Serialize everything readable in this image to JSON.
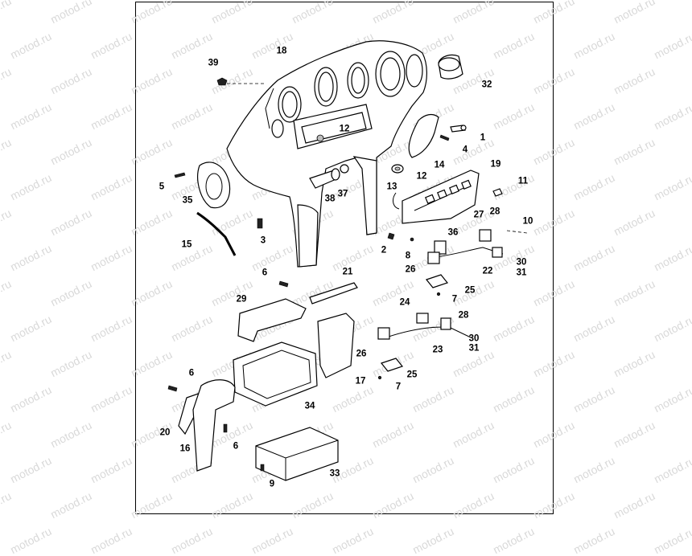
{
  "watermark_text": "motod.ru",
  "callouts": [
    {
      "id": "c18",
      "label": "18"
    },
    {
      "id": "c39",
      "label": "39"
    },
    {
      "id": "c32",
      "label": "32"
    },
    {
      "id": "c1",
      "label": "1"
    },
    {
      "id": "c4",
      "label": "4"
    },
    {
      "id": "c12a",
      "label": "12"
    },
    {
      "id": "c12b",
      "label": "12"
    },
    {
      "id": "c14",
      "label": "14"
    },
    {
      "id": "c19",
      "label": "19"
    },
    {
      "id": "c11",
      "label": "11"
    },
    {
      "id": "c5",
      "label": "5"
    },
    {
      "id": "c35",
      "label": "35"
    },
    {
      "id": "c38",
      "label": "38"
    },
    {
      "id": "c37",
      "label": "37"
    },
    {
      "id": "c13",
      "label": "13"
    },
    {
      "id": "c15",
      "label": "15"
    },
    {
      "id": "c3",
      "label": "3"
    },
    {
      "id": "c2",
      "label": "2"
    },
    {
      "id": "c8",
      "label": "8"
    },
    {
      "id": "c36",
      "label": "36"
    },
    {
      "id": "c27",
      "label": "27"
    },
    {
      "id": "c28a",
      "label": "28"
    },
    {
      "id": "c10",
      "label": "10"
    },
    {
      "id": "c26a",
      "label": "26"
    },
    {
      "id": "c22",
      "label": "22"
    },
    {
      "id": "c30a",
      "label": "30"
    },
    {
      "id": "c31a",
      "label": "31"
    },
    {
      "id": "c6a",
      "label": "6"
    },
    {
      "id": "c21",
      "label": "21"
    },
    {
      "id": "c25a",
      "label": "25"
    },
    {
      "id": "c7a",
      "label": "7"
    },
    {
      "id": "c29",
      "label": "29"
    },
    {
      "id": "c24",
      "label": "24"
    },
    {
      "id": "c28b",
      "label": "28"
    },
    {
      "id": "c30b",
      "label": "30"
    },
    {
      "id": "c31b",
      "label": "31"
    },
    {
      "id": "c26b",
      "label": "26"
    },
    {
      "id": "c23",
      "label": "23"
    },
    {
      "id": "c25b",
      "label": "25"
    },
    {
      "id": "c7b",
      "label": "7"
    },
    {
      "id": "c17",
      "label": "17"
    },
    {
      "id": "c6b",
      "label": "6"
    },
    {
      "id": "c34",
      "label": "34"
    },
    {
      "id": "c20",
      "label": "20"
    },
    {
      "id": "c16",
      "label": "16"
    },
    {
      "id": "c6c",
      "label": "6"
    },
    {
      "id": "c9",
      "label": "9"
    },
    {
      "id": "c33",
      "label": "33"
    }
  ]
}
